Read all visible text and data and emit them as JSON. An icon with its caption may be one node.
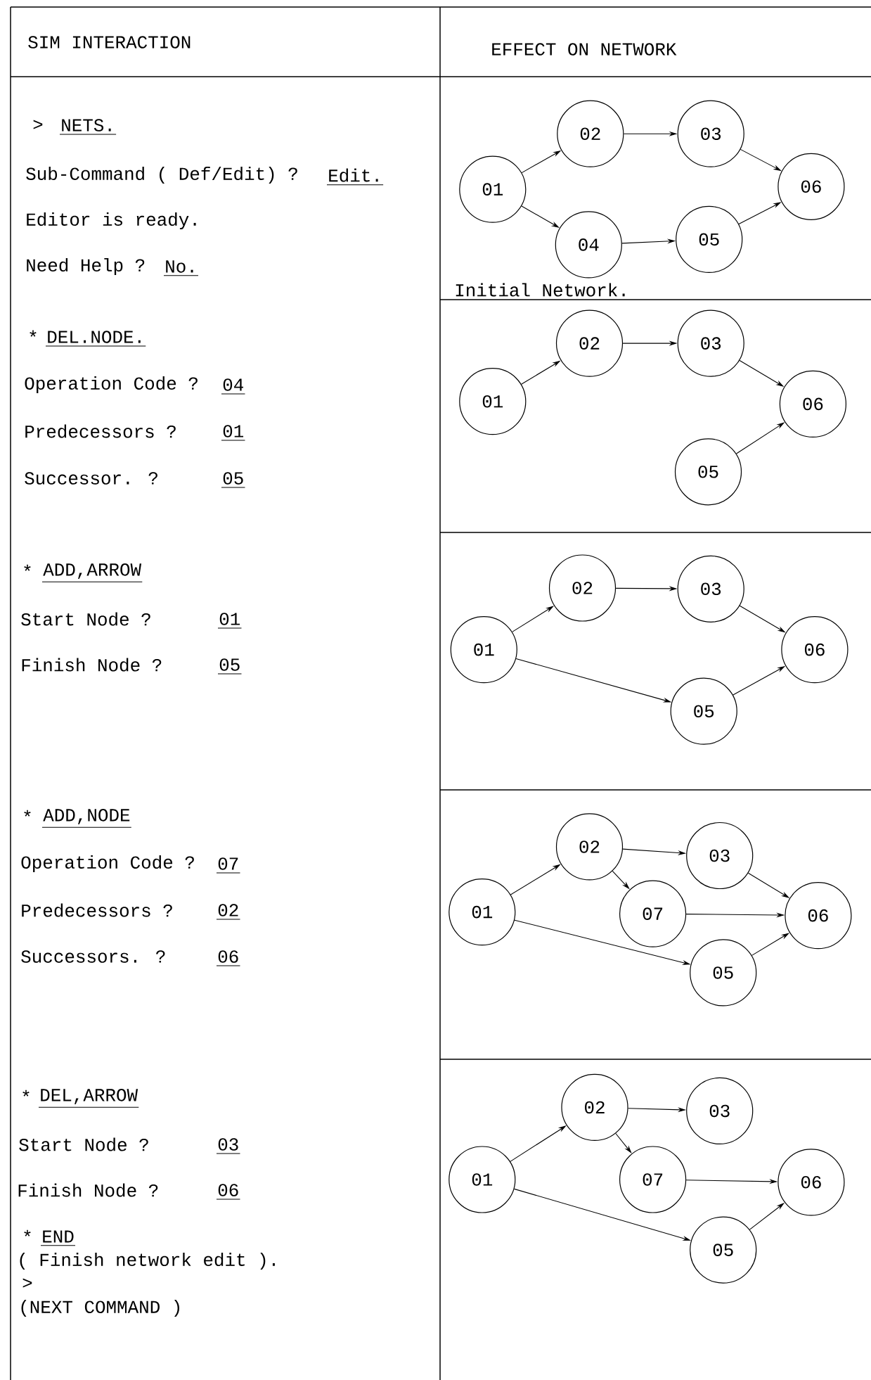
{
  "diagram": {
    "nodes": [
      {
        "text": [
          "01"
        ]
      },
      {
        "text": [
          "02"
        ]
      },
      {
        "text": [
          "03"
        ]
      },
      {
        "text": [
          "04"
        ]
      },
      {
        "text": [
          "05"
        ]
      },
      {
        "text": [
          "06"
        ]
      },
      {
        "text": [
          "01"
        ]
      },
      {
        "text": [
          "02"
        ]
      },
      {
        "text": [
          "03"
        ]
      },
      {
        "text": [
          "05"
        ]
      },
      {
        "text": [
          "06"
        ]
      },
      {
        "text": [
          "01"
        ]
      },
      {
        "text": [
          "02"
        ]
      },
      {
        "text": [
          "03"
        ]
      },
      {
        "text": [
          "05"
        ]
      },
      {
        "text": [
          "06"
        ]
      },
      {
        "text": [
          "01"
        ]
      },
      {
        "text": [
          "02"
        ]
      },
      {
        "text": [
          "03"
        ]
      },
      {
        "text": [
          "07"
        ]
      },
      {
        "text": [
          "05"
        ]
      },
      {
        "text": [
          "06"
        ]
      },
      {
        "text": [
          "01"
        ]
      },
      {
        "text": [
          "02"
        ]
      },
      {
        "text": [
          "03"
        ]
      },
      {
        "text": [
          "07"
        ]
      },
      {
        "text": [
          "05"
        ]
      },
      {
        "text": [
          "06"
        ]
      }
    ],
    "edges": [
      {
        "from": 0,
        "to": 1,
        "arrow": "to"
      },
      {
        "from": 1,
        "to": 2,
        "arrow": "to"
      },
      {
        "from": 2,
        "to": 5,
        "arrow": "to"
      },
      {
        "from": 0,
        "to": 3,
        "arrow": "to"
      },
      {
        "from": 3,
        "to": 4,
        "arrow": "to"
      },
      {
        "from": 4,
        "to": 5,
        "arrow": "to"
      },
      {
        "from": 6,
        "to": 7,
        "arrow": "to"
      },
      {
        "from": 7,
        "to": 8,
        "arrow": "to"
      },
      {
        "from": 8,
        "to": 10,
        "arrow": "to"
      },
      {
        "from": 9,
        "to": 10,
        "arrow": "to"
      },
      {
        "from": 11,
        "to": 12,
        "arrow": "to"
      },
      {
        "from": 12,
        "to": 13,
        "arrow": "to"
      },
      {
        "from": 13,
        "to": 15,
        "arrow": "to"
      },
      {
        "from": 11,
        "to": 14,
        "arrow": "to"
      },
      {
        "from": 14,
        "to": 15,
        "arrow": "to"
      },
      {
        "from": 16,
        "to": 17,
        "arrow": "to"
      },
      {
        "from": 17,
        "to": 18,
        "arrow": "to"
      },
      {
        "from": 17,
        "to": 19,
        "arrow": "to"
      },
      {
        "from": 18,
        "to": 21,
        "arrow": "to"
      },
      {
        "from": 19,
        "to": 21,
        "arrow": "to"
      },
      {
        "from": 16,
        "to": 20,
        "arrow": "to"
      },
      {
        "from": 20,
        "to": 21,
        "arrow": "to"
      },
      {
        "from": 22,
        "to": 23,
        "arrow": "to"
      },
      {
        "from": 23,
        "to": 24,
        "arrow": "to"
      },
      {
        "from": 23,
        "to": 25,
        "arrow": "to"
      },
      {
        "from": 25,
        "to": 27,
        "arrow": "to"
      },
      {
        "from": 22,
        "to": 26,
        "arrow": "to"
      },
      {
        "from": 26,
        "to": 27,
        "arrow": "to"
      }
    ],
    "labels": [
      "SIM INTERACTION",
      "EFFECT ON NETWORK",
      ">",
      "NETS.",
      "Sub-Command ( Def/Edit) ?",
      "Edit.",
      "Editor is ready.",
      "Need Help ?",
      "No.",
      "*",
      "DEL.NODE.",
      "Operation Code ?",
      "04",
      "Predecessors ?",
      "01",
      "Successor. ?",
      "05",
      "*",
      "ADD,ARROW",
      "Start Node ?",
      "01",
      "Finish Node ?",
      "05",
      "*",
      "ADD,NODE",
      "Operation Code ?",
      "07",
      "Predecessors ?",
      "02",
      "Successors. ?",
      "06",
      "*",
      "DEL,ARROW",
      "Start Node ?",
      "03",
      "Finish Node ?",
      "06",
      "*",
      "END",
      "( Finish network edit ).",
      ">",
      "(NEXT COMMAND )",
      "Initial Network."
    ]
  }
}
